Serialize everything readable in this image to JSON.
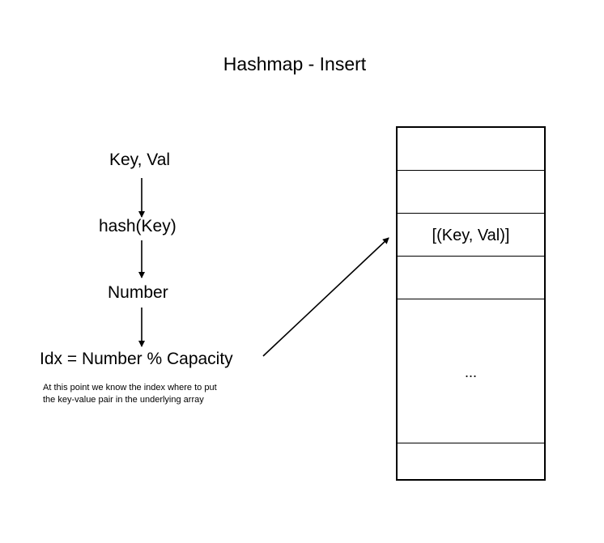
{
  "title": "Hashmap - Insert",
  "steps": {
    "key_val": "Key, Val",
    "hash": "hash(Key)",
    "number": "Number",
    "idx": "Idx = Number % Capacity"
  },
  "note": {
    "line1": "At this point we know the index where to put",
    "line2": "the key-value pair in the underlying array"
  },
  "array": {
    "slots": [
      "",
      "",
      "[(Key, Val)]",
      "",
      "...",
      ""
    ]
  }
}
